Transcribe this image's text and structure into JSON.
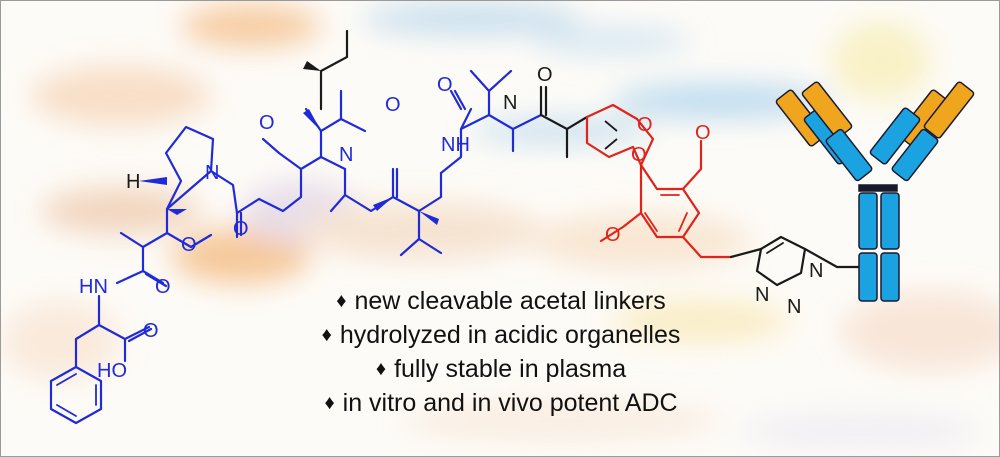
{
  "colors": {
    "drug": "#1f2bd6",
    "linker": "#e0241b",
    "bond": "#1a1a1a",
    "antibody_heavy": "#1aa3e0",
    "antibody_light": "#f0a51f",
    "antibody_outline": "#1a1a2e"
  },
  "atoms": {
    "H": "H",
    "N": "N",
    "O": "O",
    "HN": "HN",
    "NH": "NH",
    "HO": "HO",
    "N1": "N",
    "N2": "N",
    "N3": "N"
  },
  "bullets": [
    "new cleavable acetal linkers",
    "hydrolyzed in acidic organelles",
    "fully stable in plasma",
    "in vitro and in vivo potent ADC"
  ],
  "bullet_symbol": "♦"
}
